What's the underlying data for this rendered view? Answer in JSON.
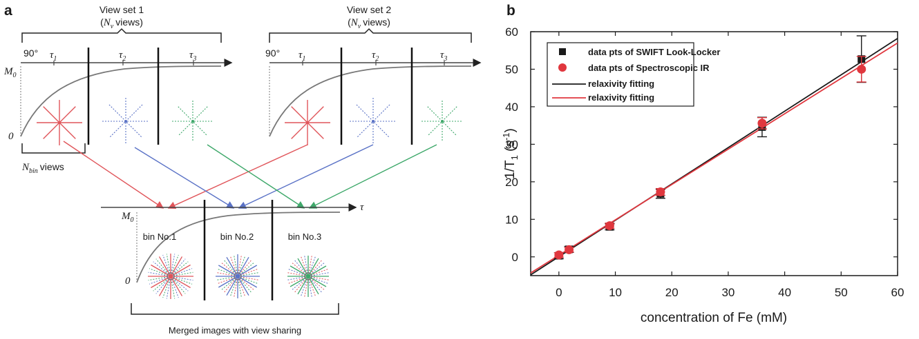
{
  "panel_a": {
    "letter": "a",
    "view_set_1": "View set 1",
    "view_set_2": "View set 2",
    "nv_views": "views)",
    "nv_symbol": "N",
    "nv_sub": "v",
    "angle": "90°",
    "tau": "τ",
    "tau_subs": [
      "1",
      "2",
      "3"
    ],
    "m0": "M",
    "m0_sub": "0",
    "zero": "0",
    "nbin_symbol": "N",
    "nbin_sub": "bin",
    "nbin_text": "views",
    "bins": [
      "bin No.1",
      "bin No.2",
      "bin No.3"
    ],
    "merged_caption": "Merged images with view sharing",
    "colors": {
      "red": "#e0555a",
      "blue": "#5a72c6",
      "green": "#3ea86a",
      "curve": "#777777"
    }
  },
  "panel_b": {
    "letter": "b"
  },
  "chart_data": {
    "type": "scatter",
    "xlabel": "concentration of Fe (mM)",
    "ylabel": "1/T",
    "ylabel_sub": "1",
    "ylabel_unit_pre": " (s",
    "ylabel_unit_sup": "-1",
    "ylabel_unit_post": ")",
    "xlim": [
      -5,
      60
    ],
    "ylim": [
      -5,
      60
    ],
    "xticks": [
      0,
      10,
      20,
      30,
      40,
      50,
      60
    ],
    "yticks": [
      0,
      10,
      20,
      30,
      40,
      50,
      60
    ],
    "legend_position": "top-left",
    "series": [
      {
        "name": "data pts of SWIFT Look-Locker",
        "kind": "points",
        "marker": "square",
        "color": "#1a1a1a",
        "x": [
          0,
          1.8,
          9,
          18,
          36,
          53.6
        ],
        "y": [
          0.3,
          2.0,
          8.0,
          16.8,
          34.6,
          52.7
        ],
        "err": [
          0.8,
          0.8,
          0.8,
          1.2,
          2.6,
          6.2
        ]
      },
      {
        "name": "data pts of Spectroscopic IR",
        "kind": "points",
        "marker": "circle",
        "color": "#e0373e",
        "x": [
          0,
          1.8,
          9,
          18,
          36,
          53.6
        ],
        "y": [
          0.5,
          1.9,
          8.3,
          17.3,
          35.6,
          50.0
        ],
        "err": [
          0.6,
          0.6,
          0.7,
          0.9,
          1.5,
          3.4
        ]
      },
      {
        "name": "relaxivity fitting",
        "kind": "line",
        "color": "#1a1a1a",
        "x": [
          -5,
          60
        ],
        "y": [
          -4.8,
          58.2
        ]
      },
      {
        "name": "relaxivity fitting",
        "kind": "line",
        "color": "#e0373e",
        "x": [
          -5,
          60
        ],
        "y": [
          -4.3,
          57.0
        ]
      }
    ]
  }
}
